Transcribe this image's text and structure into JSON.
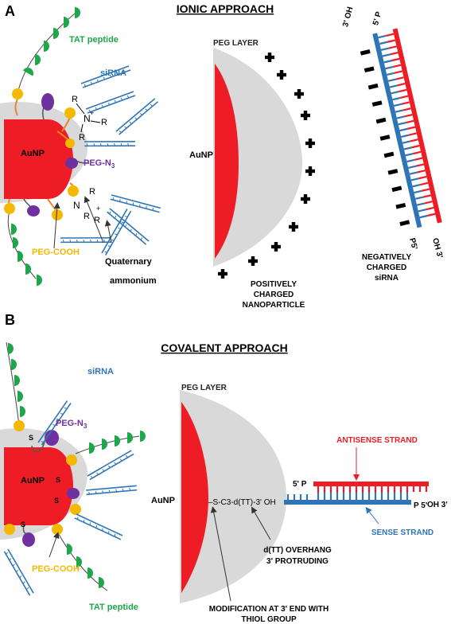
{
  "panel_a": {
    "letter": "A",
    "title": "IONIC APPROACH",
    "left": {
      "tat": "TAT peptide",
      "sirna": "siRNA",
      "aunp": "AuNP",
      "peg_n3": "PEG-N",
      "peg_n3_sub": "3",
      "peg_cooh": "PEG-COOH",
      "quat_line1": "Quaternary",
      "quat_line2": "ammonium",
      "r": "R",
      "n": "N",
      "plus": "+"
    },
    "middle": {
      "peg_layer": "PEG LAYER",
      "aunp": "AuNP",
      "caption": [
        "POSITIVELY",
        "CHARGED",
        "NANOPARTICLE"
      ]
    },
    "right": {
      "label_3oh": "3' OH",
      "label_5p": "5' P",
      "label_p5": "P5'",
      "label_oh3": "OH 3'",
      "caption": [
        "NEGATIVELY",
        "CHARGED",
        "siRNA"
      ]
    }
  },
  "panel_b": {
    "letter": "B",
    "title": "COVALENT APPROACH",
    "left": {
      "sirna": "siRNA",
      "peg_n3": "PEG-N",
      "peg_n3_sub": "3",
      "aunp": "AuNP",
      "peg_cooh": "PEG-COOH",
      "tat": "TAT peptide",
      "s": "S"
    },
    "middle": {
      "peg_layer": "PEG LAYER",
      "aunp": "AuNP",
      "linker": "–S-C3-d(TT)-3' OH",
      "overhang": [
        "d(TT) OVERHANG",
        "3' PROTRUDING"
      ],
      "modification": [
        "MODIFICATION AT 3' END WITH",
        "THIOL GROUP"
      ]
    },
    "right": {
      "antisense": "ANTISENSE STRAND",
      "sense": "SENSE STRAND",
      "label_5p": "5' P",
      "label_oh3": "OH 3'",
      "label_p5": "P 5'"
    }
  },
  "colors": {
    "gold_core": "#ee1c24",
    "peg_layer": "#d9d9d9",
    "tat": "#1fa64a",
    "peg_n3": "#7030a0",
    "peg_cooh": "#f5b800",
    "sirna": "#2e75b6",
    "antisense": "#ee1c24",
    "sense": "#2e75b6"
  },
  "icons": [
    "plus-charge-icon",
    "minus-charge-icon",
    "tat-peptide-icon",
    "sirna-duplex-icon"
  ]
}
